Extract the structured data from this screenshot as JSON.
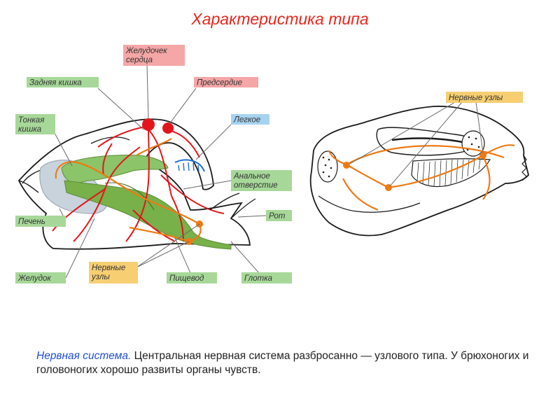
{
  "title": "Характеристика типа",
  "left_labels": {
    "heart_ventricle_1": "Желудочек",
    "heart_ventricle_2": "сердца",
    "hindgut": "Задняя кишка",
    "atrium": "Предсердие",
    "small_intestine_1": "Тонкая",
    "small_intestine_2": "кишка",
    "lung": "Легкое",
    "anus_1": "Анальное",
    "anus_2": "отверстие",
    "liver": "Печень",
    "mouth": "Рот",
    "stomach": "Желудок",
    "ganglia_1": "Нервные",
    "ganglia_2": "узлы",
    "esophagus": "Пищевод",
    "pharynx": "Глотка"
  },
  "right_labels": {
    "ganglia": "Нервные узлы"
  },
  "caption": {
    "lead": "Нервная система.",
    "text": " Центральная нервная система разбросанно — узлового типа. У брюхоногих и головоногих хорошо развиты органы чувств."
  },
  "colors": {
    "title": "#e8261c",
    "lead": "#1f4fd1",
    "label_green": "#a7d899",
    "label_red": "#f5a6a6",
    "label_blue": "#a7d3f2",
    "label_orange": "#f7cf72",
    "vessel_red": "#e3151b",
    "nerve_orange": "#ee7a13",
    "gut_green": "#78b04a",
    "liver_gray": "#c9d3dc"
  }
}
